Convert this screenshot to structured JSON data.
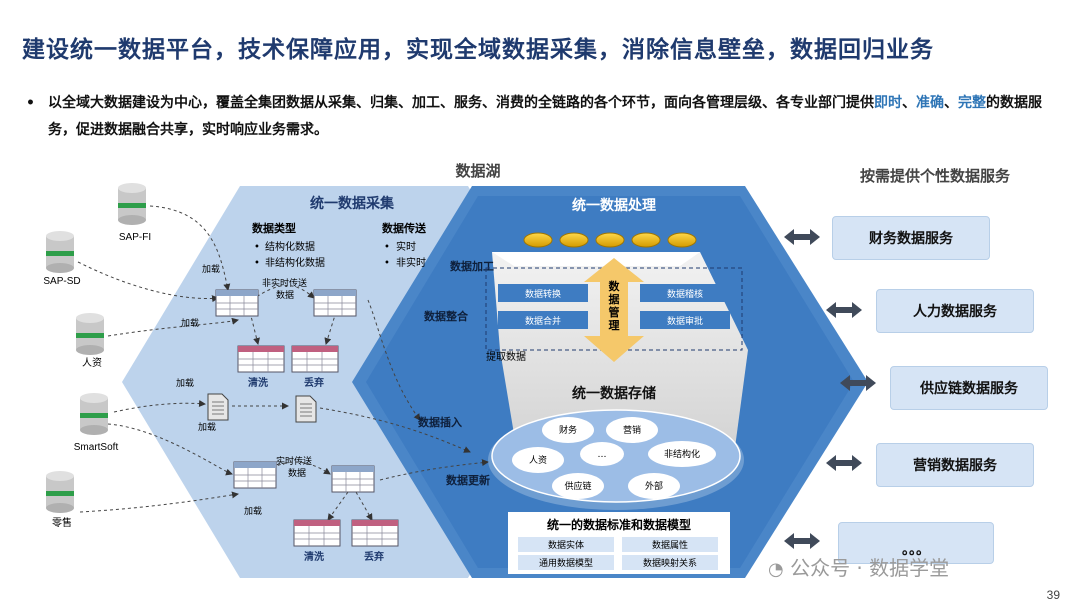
{
  "title": "建设统一数据平台，技术保障应用，实现全域数据采集，消除信息壁垒，数据回归业务",
  "bullet": {
    "part1": "以全域大数据建设为中心，覆盖全集团数据从采集、归集、加工、服务、消费的全链路的各个环节，面向各管理层级、各专业部门提供",
    "hl1": "即时",
    "sep1": "、",
    "hl2": "准确",
    "sep2": "、",
    "hl3": "完整",
    "part2": "的数据服务，促进数据融合共享，实时响应业务需求。"
  },
  "data_lake_label": "数据湖",
  "services_title": "按需提供个性数据服务",
  "sources": [
    "SAP-FI",
    "SAP-SD",
    "人资",
    "SmartSoft",
    "零售"
  ],
  "collect": {
    "title": "统一数据采集",
    "type_title": "数据类型",
    "type_items": [
      "结构化数据",
      "非结构化数据"
    ],
    "transfer_title": "数据传送",
    "transfer_items": [
      "实时",
      "非实时"
    ],
    "load": "加载",
    "nonrealtime": "非实时传送",
    "realtime": "实时传送",
    "data": "数据",
    "clean": "清洗",
    "discard": "丢弃"
  },
  "process": {
    "title": "统一数据处理",
    "left_labels": [
      "数据加工",
      "数据整合"
    ],
    "mgmt": "数据管理",
    "boxes": [
      "数据转换",
      "数据合并",
      "数据稽核",
      "数据审批"
    ],
    "extract": "提取数据"
  },
  "storage": {
    "title": "统一数据存储",
    "left_labels": [
      "数据插入",
      "数据更新"
    ],
    "bubbles": [
      "财务",
      "营销",
      "人资",
      "…",
      "非结构化",
      "供应链",
      "外部"
    ]
  },
  "standards": {
    "title": "统一的数据标准和数据模型",
    "items": [
      "数据实体",
      "数据属性",
      "通用数据模型",
      "数据映射关系"
    ]
  },
  "services": [
    "财务数据服务",
    "人力数据服务",
    "供应链数据服务",
    "营销数据服务",
    "。。。"
  ],
  "watermark": "公众号 · 数据学堂",
  "page_number": "39"
}
